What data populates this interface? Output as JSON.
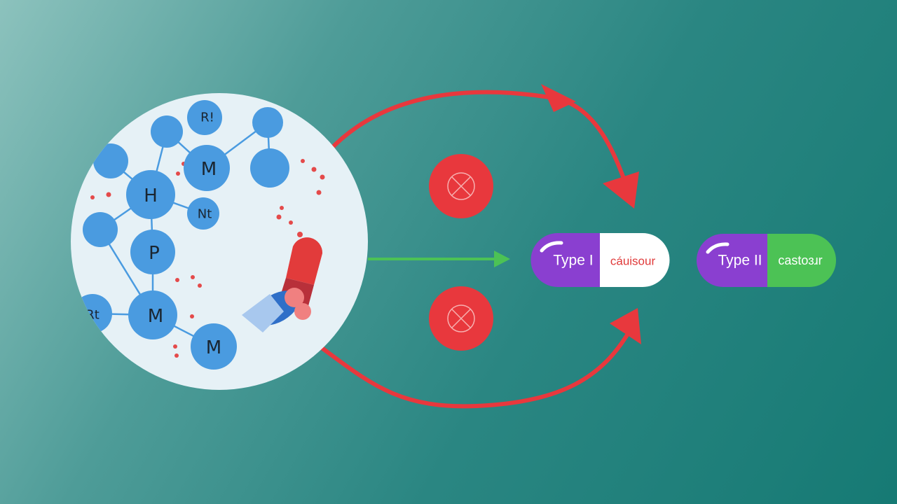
{
  "molecule": {
    "nodes": [
      "R!",
      "M",
      "H",
      "Nt",
      "P",
      "Rt",
      "M",
      "M"
    ]
  },
  "pills": [
    {
      "label": "Type I",
      "tag": "cáuisour",
      "tag_color": "#e03a3a",
      "right_color": "#ffffff"
    },
    {
      "label": "Type II",
      "tag": "castoɜɹr",
      "tag_color": "#ffffff",
      "right_color": "#4cc255"
    }
  ],
  "colors": {
    "arrow_red": "#e8383d",
    "arrow_green": "#4cc255",
    "pill_purple": "#8a3fd0",
    "node_blue": "#4a9be0"
  }
}
